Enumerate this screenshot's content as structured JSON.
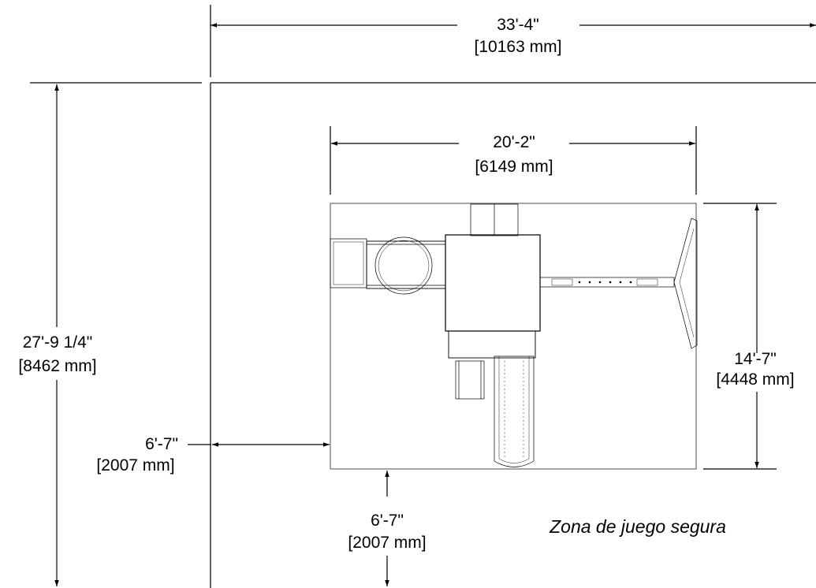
{
  "dimensions": {
    "overall_width": {
      "imperial": "33'-4\"",
      "metric": "[10163 mm]"
    },
    "overall_depth": {
      "imperial": "27'-9 1/4\"",
      "metric": "[8462 mm]"
    },
    "set_width": {
      "imperial": "20'-2\"",
      "metric": "[6149 mm]"
    },
    "set_depth": {
      "imperial": "14'-7\"",
      "metric": "[4448 mm]"
    },
    "left_clearance": {
      "imperial": "6'-7\"",
      "metric": "[2007 mm]"
    },
    "front_clearance": {
      "imperial": "6'-7\"",
      "metric": "[2007 mm]"
    }
  },
  "zone_label": "Zona de juego segura"
}
